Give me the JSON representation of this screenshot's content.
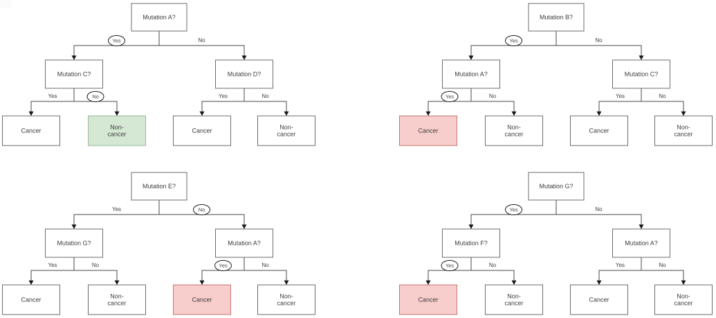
{
  "diagram": {
    "title": "decision-trees-mutation-cancer",
    "palette": {
      "background": "#ffffff",
      "node_fill": "#ffffff",
      "node_stroke": "#6b6b6b",
      "line_color": "#474747",
      "arrow_color": "#1a1a1a",
      "text_color": "#3d3d3d",
      "oval_stroke": "#1a1a1a",
      "oval_fill": "#ffffff",
      "green_fill": "#d5e8d4",
      "green_stroke": "#96b894",
      "red_fill": "#f8cecc",
      "red_stroke": "#c27471",
      "corner_artifact": "#fbfbfb"
    },
    "trees": [
      {
        "name": "tree-mutation-a",
        "grid": {
          "col": 0,
          "row": 0
        },
        "root": {
          "label": "Mutation A?"
        },
        "branches": [
          {
            "label": "Yes",
            "circled": true
          },
          {
            "label": "No",
            "circled": false
          }
        ],
        "children": [
          {
            "label": "Mutation C?",
            "branches": [
              {
                "label": "Yes",
                "circled": false
              },
              {
                "label": "No",
                "circled": true
              }
            ],
            "leaves": [
              {
                "lines": [
                  "Cancer"
                ],
                "highlight": "none"
              },
              {
                "lines": [
                  "Non-",
                  "cancer"
                ],
                "highlight": "green"
              }
            ]
          },
          {
            "label": "Mutation D?",
            "branches": [
              {
                "label": "Yes",
                "circled": false
              },
              {
                "label": "No",
                "circled": false
              }
            ],
            "leaves": [
              {
                "lines": [
                  "Cancer"
                ],
                "highlight": "none"
              },
              {
                "lines": [
                  "Non-",
                  "cancer"
                ],
                "highlight": "none"
              }
            ]
          }
        ]
      },
      {
        "name": "tree-mutation-b",
        "grid": {
          "col": 1,
          "row": 0
        },
        "root": {
          "label": "Mutation B?"
        },
        "branches": [
          {
            "label": "Yes",
            "circled": true
          },
          {
            "label": "No",
            "circled": false
          }
        ],
        "children": [
          {
            "label": "Mutation A?",
            "branches": [
              {
                "label": "Yes",
                "circled": true
              },
              {
                "label": "No",
                "circled": false
              }
            ],
            "leaves": [
              {
                "lines": [
                  "Cancer"
                ],
                "highlight": "red"
              },
              {
                "lines": [
                  "Non-",
                  "cancer"
                ],
                "highlight": "none"
              }
            ]
          },
          {
            "label": "Mutation C?",
            "branches": [
              {
                "label": "Yes",
                "circled": false
              },
              {
                "label": "No",
                "circled": false
              }
            ],
            "leaves": [
              {
                "lines": [
                  "Cancer"
                ],
                "highlight": "none"
              },
              {
                "lines": [
                  "Non-",
                  "cancer"
                ],
                "highlight": "none"
              }
            ]
          }
        ]
      },
      {
        "name": "tree-mutation-e",
        "grid": {
          "col": 0,
          "row": 1
        },
        "root": {
          "label": "Mutation E?"
        },
        "branches": [
          {
            "label": "Yes",
            "circled": false
          },
          {
            "label": "No",
            "circled": true
          }
        ],
        "children": [
          {
            "label": "Mutation G?",
            "branches": [
              {
                "label": "Yes",
                "circled": false
              },
              {
                "label": "No",
                "circled": false
              }
            ],
            "leaves": [
              {
                "lines": [
                  "Cancer"
                ],
                "highlight": "none"
              },
              {
                "lines": [
                  "Non-",
                  "cancer"
                ],
                "highlight": "none"
              }
            ]
          },
          {
            "label": "Mutation A?",
            "branches": [
              {
                "label": "Yes",
                "circled": true
              },
              {
                "label": "No",
                "circled": false
              }
            ],
            "leaves": [
              {
                "lines": [
                  "Cancer"
                ],
                "highlight": "red"
              },
              {
                "lines": [
                  "Non-",
                  "cancer"
                ],
                "highlight": "none"
              }
            ]
          }
        ]
      },
      {
        "name": "tree-mutation-g",
        "grid": {
          "col": 1,
          "row": 1
        },
        "root": {
          "label": "Mutation G?"
        },
        "branches": [
          {
            "label": "Yes",
            "circled": true
          },
          {
            "label": "No",
            "circled": false
          }
        ],
        "children": [
          {
            "label": "Mutation F?",
            "branches": [
              {
                "label": "Yes",
                "circled": true
              },
              {
                "label": "No",
                "circled": false
              }
            ],
            "leaves": [
              {
                "lines": [
                  "Cancer"
                ],
                "highlight": "red"
              },
              {
                "lines": [
                  "Non-",
                  "cancer"
                ],
                "highlight": "none"
              }
            ]
          },
          {
            "label": "Mutation A?",
            "branches": [
              {
                "label": "Yes",
                "circled": false
              },
              {
                "label": "No",
                "circled": false
              }
            ],
            "leaves": [
              {
                "lines": [
                  "Cancer"
                ],
                "highlight": "none"
              },
              {
                "lines": [
                  "Non-",
                  "cancer"
                ],
                "highlight": "none"
              }
            ]
          }
        ]
      }
    ]
  }
}
